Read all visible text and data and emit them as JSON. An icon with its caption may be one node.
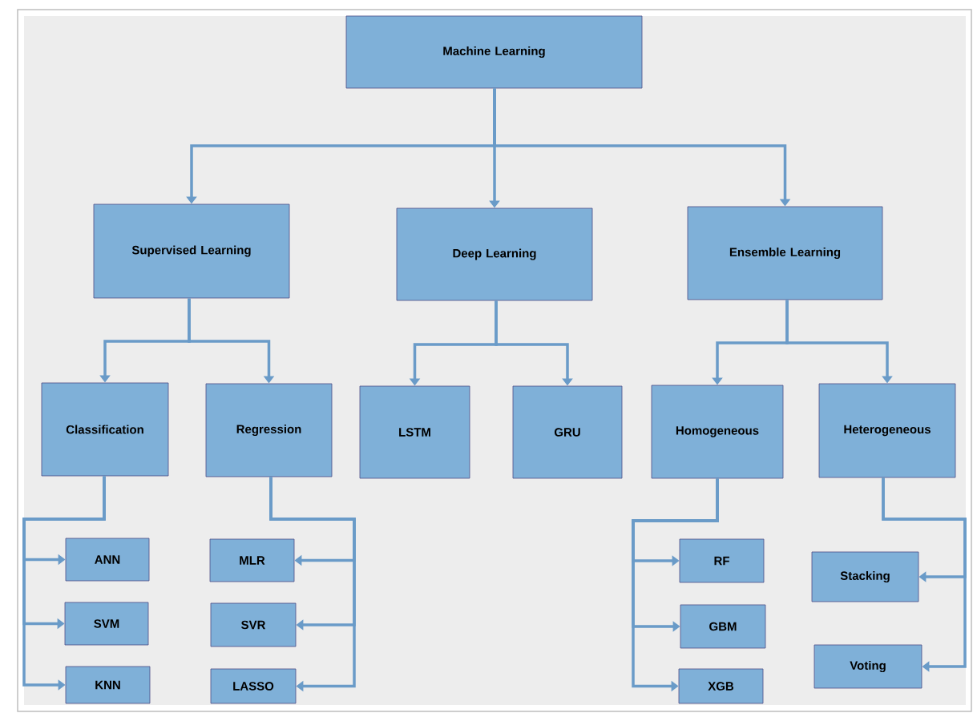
{
  "diagram": {
    "nodes": [
      {
        "text": [
          "Machine Learning"
        ]
      },
      {
        "text": [
          "Supervised Learning"
        ]
      },
      {
        "text": [
          "Deep Learning"
        ]
      },
      {
        "text": [
          "Ensemble Learning"
        ]
      },
      {
        "text": [
          "Classification"
        ]
      },
      {
        "text": [
          "Regression"
        ]
      },
      {
        "text": [
          "LSTM"
        ]
      },
      {
        "text": [
          "GRU"
        ]
      },
      {
        "text": [
          "Homogeneous"
        ]
      },
      {
        "text": [
          "Heterogeneous"
        ]
      },
      {
        "text": [
          "ANN"
        ]
      },
      {
        "text": [
          "SVM"
        ]
      },
      {
        "text": [
          "KNN"
        ]
      },
      {
        "text": [
          "MLR"
        ]
      },
      {
        "text": [
          "SVR"
        ]
      },
      {
        "text": [
          "LASSO"
        ]
      },
      {
        "text": [
          "RF"
        ]
      },
      {
        "text": [
          "GBM"
        ]
      },
      {
        "text": [
          "XGB"
        ]
      },
      {
        "text": [
          "Stacking"
        ]
      },
      {
        "text": [
          "Voting"
        ]
      }
    ],
    "edges": [
      {
        "from": 0,
        "to": 1,
        "arrow": "to"
      },
      {
        "from": 0,
        "to": 2,
        "arrow": "to"
      },
      {
        "from": 0,
        "to": 3,
        "arrow": "to"
      },
      {
        "from": 1,
        "to": 4,
        "arrow": "to"
      },
      {
        "from": 1,
        "to": 5,
        "arrow": "to"
      },
      {
        "from": 2,
        "to": 6,
        "arrow": "to"
      },
      {
        "from": 2,
        "to": 7,
        "arrow": "to"
      },
      {
        "from": 3,
        "to": 8,
        "arrow": "to"
      },
      {
        "from": 3,
        "to": 9,
        "arrow": "to"
      },
      {
        "from": 4,
        "to": 10,
        "arrow": "to"
      },
      {
        "from": 4,
        "to": 11,
        "arrow": "to"
      },
      {
        "from": 4,
        "to": 12,
        "arrow": "to"
      },
      {
        "from": 5,
        "to": 13,
        "arrow": "to"
      },
      {
        "from": 5,
        "to": 14,
        "arrow": "to"
      },
      {
        "from": 5,
        "to": 15,
        "arrow": "to"
      },
      {
        "from": 8,
        "to": 16,
        "arrow": "to"
      },
      {
        "from": 8,
        "to": 17,
        "arrow": "to"
      },
      {
        "from": 8,
        "to": 18,
        "arrow": "to"
      },
      {
        "from": 9,
        "to": 19,
        "arrow": "to"
      },
      {
        "from": 9,
        "to": 20,
        "arrow": "to"
      }
    ]
  }
}
